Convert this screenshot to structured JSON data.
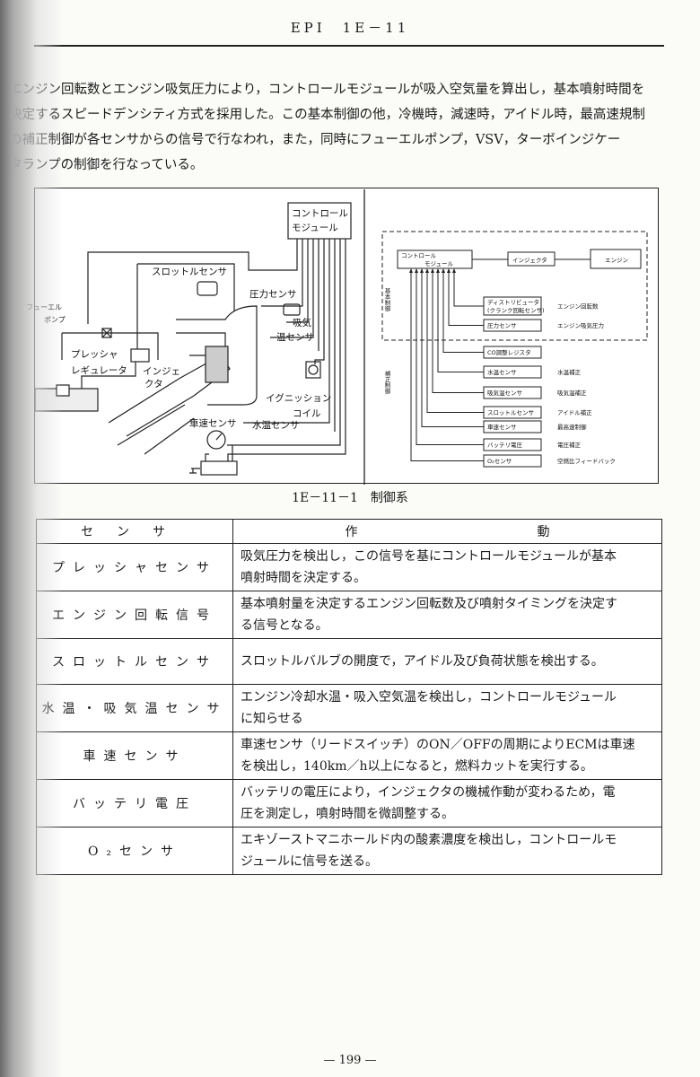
{
  "header": {
    "title": "EPI　1E－11"
  },
  "paragraph": [
    "エンジン回転数とエンジン吸気圧力により，コントロールモジュールが吸入空気量を算出し，基本噴射時間を",
    "決定するスピードデンシティ方式を採用した。この基本制御の他，冷機時，減速時，アイドル時，最高速規制",
    "の補正制御が各センサからの信号で行なわれ，また，同時にフューエルポンプ，VSV，ターボインジケー",
    "タランプの制御を行なっている。"
  ],
  "figure": {
    "left": {
      "control_module": [
        "コントロール",
        "モジュール"
      ],
      "throttle_sensor": "スロットルセンサ",
      "pressure_sensor": "圧力センサ",
      "intake_temp_sensor": [
        "吸気",
        "温センサ"
      ],
      "fuel_pump": [
        "フューエル",
        "ポンプ"
      ],
      "pressure_regulator": [
        "プレッシャ",
        "レギュレータ"
      ],
      "injector": [
        "インジェ",
        "クタ"
      ],
      "ignition_coil": [
        "イグニッション",
        "コイル"
      ],
      "vehicle_speed_sensor": "車速センサ",
      "water_temp_sensor": "水温センサ"
    },
    "right": {
      "control_module": [
        "コントロール",
        "モジュール"
      ],
      "injector": "インジェクタ",
      "engine": "エンジン",
      "basic_control": "基本制御",
      "correction_control": "補正制御",
      "sensors": [
        {
          "box": [
            "ディストリビュータ",
            "(クランク回転センサ)"
          ],
          "label": "エンジン回転数"
        },
        {
          "box": [
            "圧力センサ"
          ],
          "label": "エンジン吸気圧力"
        },
        {
          "box": [
            "CO調整レジスタ"
          ],
          "label": ""
        },
        {
          "box": [
            "水温センサ"
          ],
          "label": "水温補正"
        },
        {
          "box": [
            "吸気温センサ"
          ],
          "label": "吸気温補正"
        },
        {
          "box": [
            "スロットルセンサ"
          ],
          "label": "アイドル補正"
        },
        {
          "box": [
            "車速センサ"
          ],
          "label": "最高速制御"
        },
        {
          "box": [
            "バッテリ電圧"
          ],
          "label": "電圧補正"
        },
        {
          "box": [
            "O₂センサ"
          ],
          "label": "空燃比フィードバック"
        }
      ]
    },
    "caption": "1E－11－1　制御系"
  },
  "table": {
    "headers": [
      "センサ",
      "作",
      "動"
    ],
    "rows": [
      {
        "sensor": "プレッシャセンサ",
        "action": [
          "吸気圧力を検出し，この信号を基にコントロールモジュールが基本",
          "噴射時間を決定する。"
        ]
      },
      {
        "sensor": "エンジン回転信号",
        "action": [
          "基本噴射量を決定するエンジン回転数及び噴射タイミングを決定す",
          "る信号となる。"
        ]
      },
      {
        "sensor": "スロットルセンサ",
        "action": [
          "スロットルバルブの開度で，アイドル及び負荷状態を検出する。"
        ]
      },
      {
        "sensor": "水温・吸気温センサ",
        "action": [
          "エンジン冷却水温・吸入空気温を検出し，コントロールモジュール",
          "に知らせる"
        ]
      },
      {
        "sensor": "車速センサ",
        "action": [
          "車速センサ（リードスイッチ）のON／OFFの周期によりECMは車速",
          "を検出し，140km／h以上になると，燃料カットを実行する。"
        ]
      },
      {
        "sensor": "バッテリ電圧",
        "action": [
          "バッテリの電圧により，インジェクタの機械作動が変わるため，電",
          "圧を測定し，噴射時間を微調整する。"
        ]
      },
      {
        "sensor": "O₂センサ",
        "action": [
          "エキゾーストマニホールド内の酸素濃度を検出し，コントロールモ",
          "ジュールに信号を送る。"
        ]
      }
    ]
  },
  "footer": {
    "page_number": "— 199 —"
  }
}
